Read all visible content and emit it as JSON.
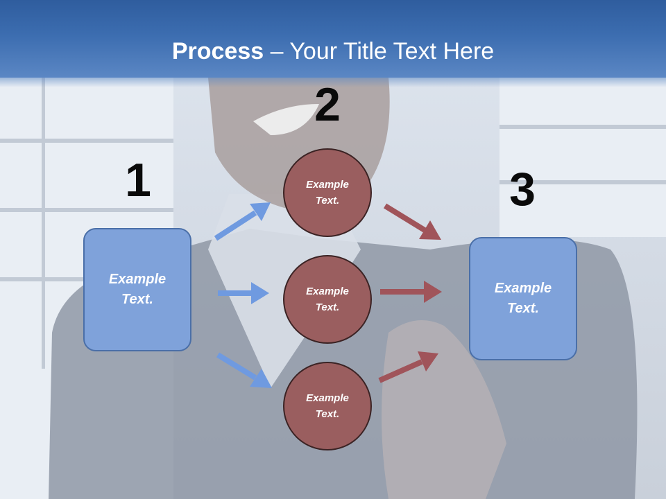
{
  "title": {
    "bold": "Process",
    "rest": " – Your Title Text Here"
  },
  "steps": {
    "one": "1",
    "two": "2",
    "three": "3"
  },
  "left_box": {
    "text": "Example Text."
  },
  "right_box": {
    "text": "Example Text."
  },
  "circles": [
    {
      "text": "Example Text."
    },
    {
      "text": "Example Text."
    },
    {
      "text": "Example Text."
    }
  ],
  "colors": {
    "title_band": "#3c6db0",
    "box_fill": "#7fa2da",
    "box_border": "#4a6fa8",
    "circle_fill": "#9a5e5f",
    "circle_border": "#3b2324",
    "blue_arrow": "#6f9ae0",
    "red_arrow": "#a0545a"
  }
}
